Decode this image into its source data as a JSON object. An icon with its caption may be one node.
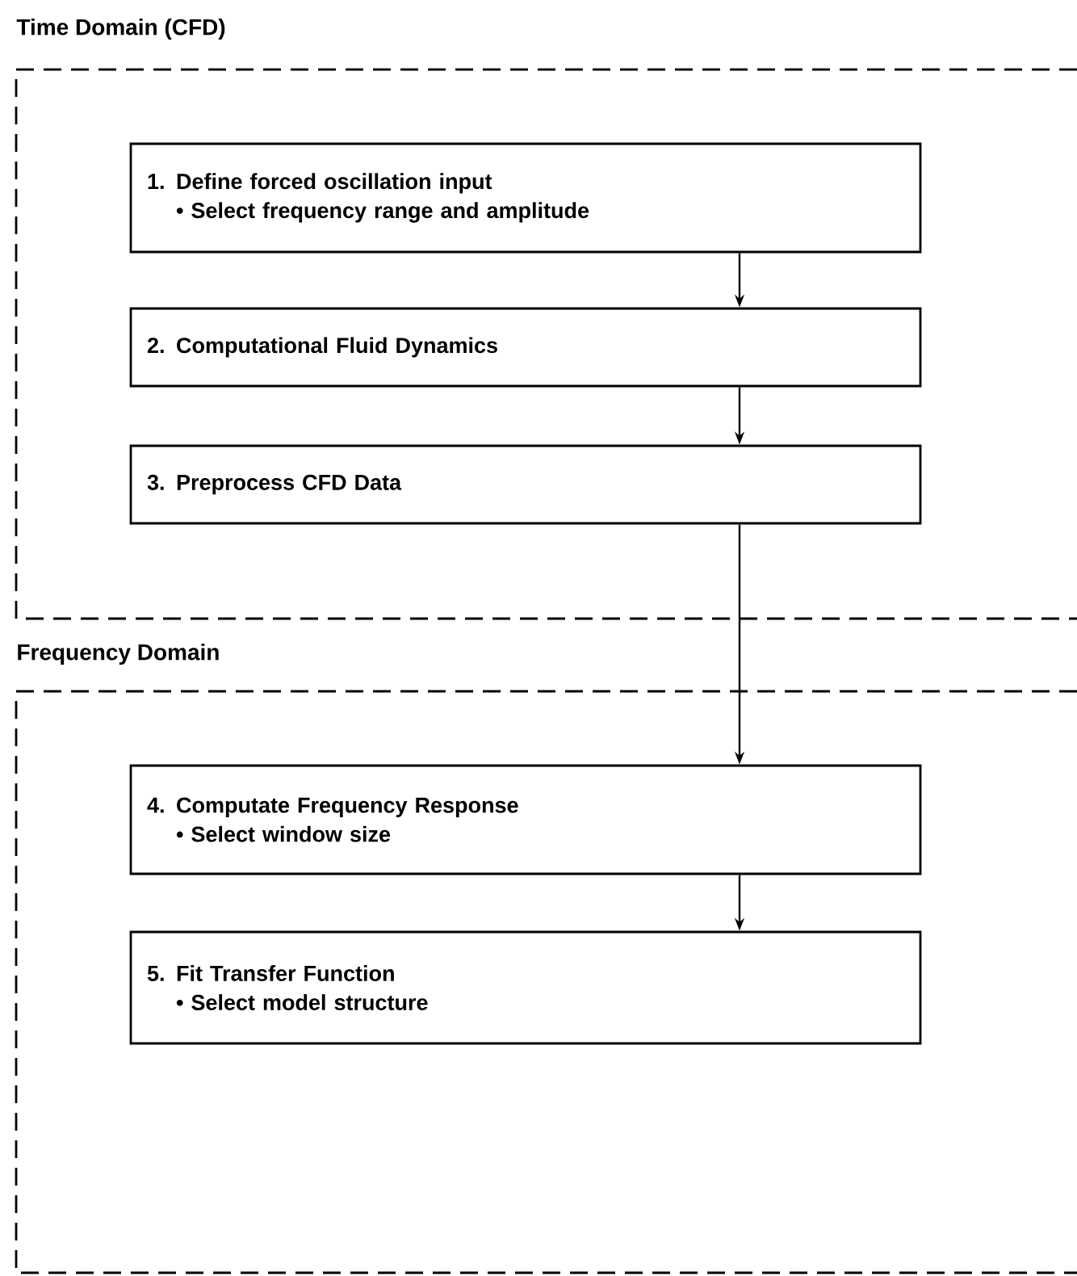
{
  "diagram": {
    "nodes": [
      {
        "text": [
          "Time Domain (CFD)"
        ]
      },
      {
        "text": [
          "1. Define forced oscillation input",
          "• Select frequency range and amplitude"
        ],
        "in": 0
      },
      {
        "text": [
          "2. Computational Fluid Dynamics"
        ],
        "in": 0
      },
      {
        "text": [
          "3. Preprocess CFD Data"
        ],
        "in": 0
      },
      {
        "text": [
          "Frequency Domain"
        ]
      },
      {
        "text": [
          "4. Computate Frequency Response",
          "• Select window size"
        ],
        "in": 4
      },
      {
        "text": [
          "5. Fit Transfer Function",
          "• Select model structure"
        ],
        "in": 4
      }
    ],
    "edges": [
      {
        "from": 1,
        "to": 2,
        "arrow": "to"
      },
      {
        "from": 2,
        "to": 3,
        "arrow": "to"
      },
      {
        "from": 3,
        "to": 5,
        "arrow": "to"
      },
      {
        "from": 5,
        "to": 6,
        "arrow": "to"
      }
    ]
  }
}
